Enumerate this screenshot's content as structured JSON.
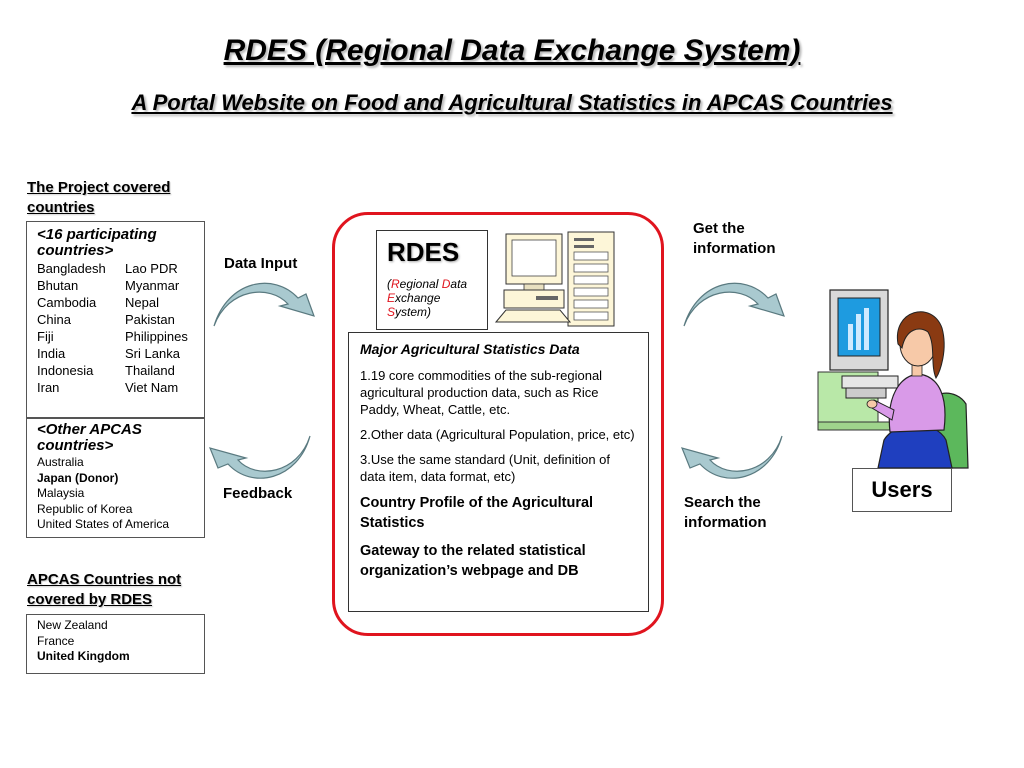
{
  "header": {
    "title": "RDES (Regional Data Exchange System)",
    "subtitle": "A Portal Website on Food and Agricultural Statistics in APCAS Countries"
  },
  "project": {
    "heading_line1": "The Project covered",
    "heading_line2": "countries",
    "participating": {
      "heading_line1": "<16 participating",
      "heading_line2": "countries>",
      "countries": [
        "Bangladesh",
        "Lao PDR",
        "Bhutan",
        "Myanmar",
        "Cambodia",
        "Nepal",
        "China",
        "Pakistan",
        "Fiji",
        "Philippines",
        "India",
        "Sri Lanka",
        "Indonesia",
        "Thailand",
        "Iran",
        "Viet Nam"
      ]
    },
    "other": {
      "heading_line1": "<Other APCAS",
      "heading_line2": "countries>",
      "countries": [
        "Australia",
        "Japan (Donor)",
        "Malaysia",
        "Republic of Korea",
        "United States of America"
      ]
    }
  },
  "not_covered": {
    "heading_line1": "APCAS Countries not",
    "heading_line2": "covered by RDES",
    "countries": [
      "New Zealand",
      "France",
      "United Kingdom"
    ]
  },
  "flow": {
    "data_input": "Data Input",
    "feedback": "Feedback",
    "get_info_line1": "Get the",
    "get_info_line2": "information",
    "search_info_line1": "Search the",
    "search_info_line2": "information"
  },
  "rdes": {
    "word": "RDES",
    "paren_open": "(",
    "r": "R",
    "egional": "egional ",
    "d": "D",
    "ata": "ata",
    "e": "E",
    "xchange": "xchange",
    "s": "S",
    "ystem": "ystem)"
  },
  "stats": {
    "heading": "Major Agricultural Statistics Data",
    "item1": "1.19 core commodities of the sub-regional agricultural production data, such as Rice Paddy, Wheat, Cattle, etc.",
    "item2": "2.Other data (Agricultural Population, price, etc)",
    "item3": "3.Use the same standard (Unit, definition of data item, data format, etc)",
    "profile": "Country Profile of the Agricultural Statistics",
    "gateway": "Gateway to the related statistical organization’s webpage and DB"
  },
  "users": {
    "label": "Users"
  },
  "colors": {
    "arrow_fill": "#a9c9cf",
    "arrow_stroke": "#5a7a80",
    "frame_red": "#e0141e"
  }
}
